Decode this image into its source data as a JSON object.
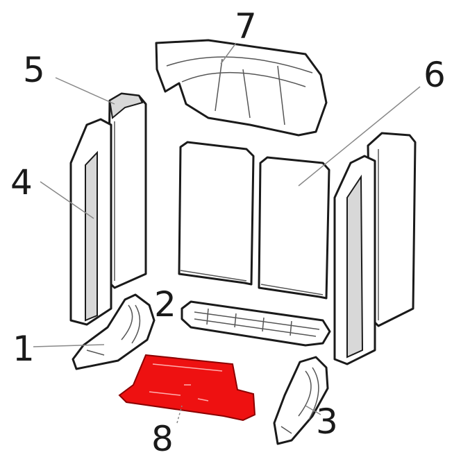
{
  "diagram": {
    "labels": {
      "p1": "1",
      "p2": "2",
      "p3": "3",
      "p4": "4",
      "p5": "5",
      "p6": "6",
      "p7": "7",
      "p8": "8"
    },
    "highlight_color": "#ee1111"
  }
}
